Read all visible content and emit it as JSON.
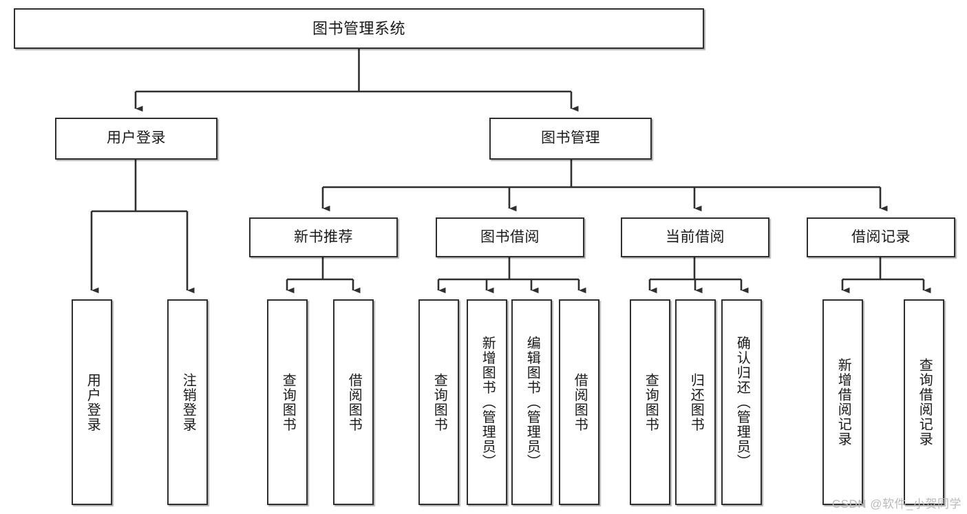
{
  "diagram": {
    "title": "图书管理系统",
    "type": "tree-hierarchy-chart",
    "watermark": "CSDN @软件_小贺同学",
    "colors": {
      "box_border": "#2f2f2f",
      "box_fill": "#ffffff",
      "text": "#1a1a1a",
      "edge": "#2f2f2f",
      "watermark": "#b9b9b9"
    },
    "nodes": {
      "root": {
        "label": "图书管理系统"
      },
      "level2": [
        {
          "id": "user-login",
          "label": "用户登录"
        },
        {
          "id": "book-management",
          "label": "图书管理"
        }
      ],
      "level3": [
        {
          "id": "new-book-recommend",
          "label": "新书推荐"
        },
        {
          "id": "book-borrow",
          "label": "图书借阅"
        },
        {
          "id": "current-borrow",
          "label": "当前借阅"
        },
        {
          "id": "borrow-record",
          "label": "借阅记录"
        }
      ],
      "leaves": {
        "user_login": [
          {
            "id": "leaf-user-login",
            "label": "用户登录"
          },
          {
            "id": "leaf-logout-login",
            "label": "注销登录"
          }
        ],
        "new_book_recommend": [
          {
            "id": "leaf-query-book-1",
            "label": "查询图书"
          },
          {
            "id": "leaf-borrow-book-1",
            "label": "借阅图书"
          }
        ],
        "book_borrow": [
          {
            "id": "leaf-query-book-2",
            "label": "查询图书"
          },
          {
            "id": "leaf-add-book",
            "label": "新增图书（管理员）"
          },
          {
            "id": "leaf-edit-book",
            "label": "编辑图书（管理员）"
          },
          {
            "id": "leaf-borrow-book-2",
            "label": "借阅图书"
          }
        ],
        "current_borrow": [
          {
            "id": "leaf-query-book-3",
            "label": "查询图书"
          },
          {
            "id": "leaf-return-book",
            "label": "归还图书"
          },
          {
            "id": "leaf-confirm-return",
            "label": "确认归还（管理员）"
          }
        ],
        "borrow_record": [
          {
            "id": "leaf-add-record",
            "label": "新增借阅记录"
          },
          {
            "id": "leaf-query-record",
            "label": "查询借阅记录"
          }
        ]
      }
    }
  }
}
